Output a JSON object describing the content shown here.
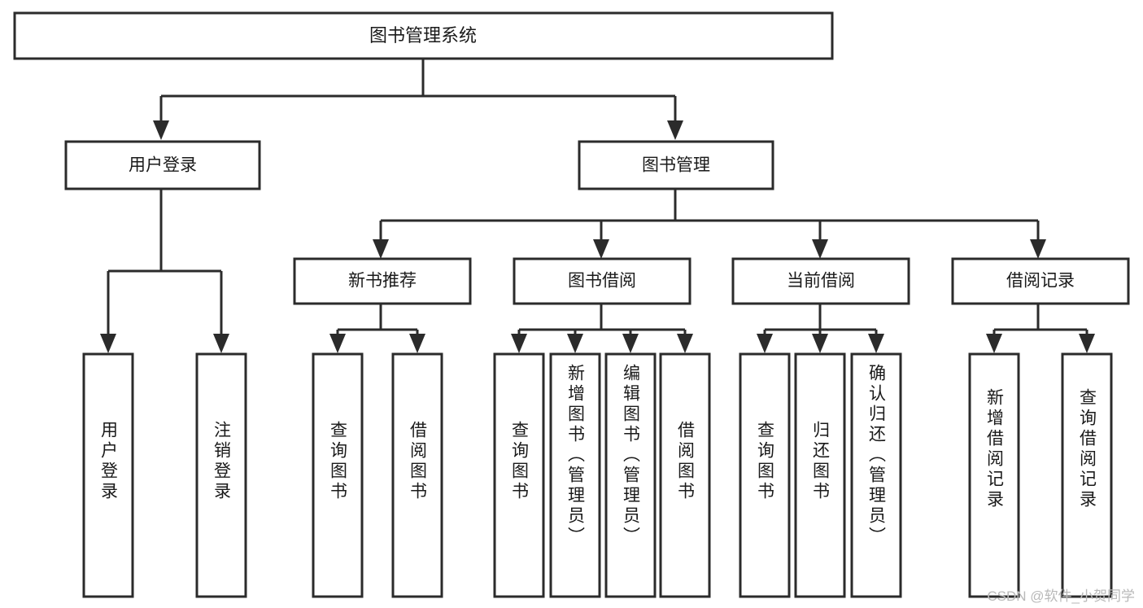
{
  "diagram": {
    "title": "图书管理系统",
    "type": "tree",
    "orientation": "top-down",
    "root": {
      "id": "root",
      "label": "图书管理系统"
    },
    "level2": [
      {
        "id": "user-login",
        "label": "用户登录"
      },
      {
        "id": "book-manage",
        "label": "图书管理"
      }
    ],
    "level3": [
      {
        "id": "new-book-recommend",
        "label": "新书推荐",
        "parent": "book-manage"
      },
      {
        "id": "book-borrow",
        "label": "图书借阅",
        "parent": "book-manage"
      },
      {
        "id": "current-borrow",
        "label": "当前借阅",
        "parent": "book-manage"
      },
      {
        "id": "borrow-record",
        "label": "借阅记录",
        "parent": "book-manage"
      }
    ],
    "leaves": [
      {
        "id": "leaf-user-login",
        "label": "用户登录",
        "parent": "user-login"
      },
      {
        "id": "leaf-logout-login",
        "label": "注销登录",
        "parent": "user-login"
      },
      {
        "id": "leaf-query-book-1",
        "label": "查询图书",
        "parent": "new-book-recommend"
      },
      {
        "id": "leaf-borrow-book-1",
        "label": "借阅图书",
        "parent": "new-book-recommend"
      },
      {
        "id": "leaf-query-book-2",
        "label": "查询图书",
        "parent": "book-borrow"
      },
      {
        "id": "leaf-add-book",
        "label": "新增图书（管理员）",
        "parent": "book-borrow"
      },
      {
        "id": "leaf-edit-book",
        "label": "编辑图书（管理员）",
        "parent": "book-borrow"
      },
      {
        "id": "leaf-borrow-book-2",
        "label": "借阅图书",
        "parent": "book-borrow"
      },
      {
        "id": "leaf-query-book-3",
        "label": "查询图书",
        "parent": "current-borrow"
      },
      {
        "id": "leaf-return-book",
        "label": "归还图书",
        "parent": "current-borrow"
      },
      {
        "id": "leaf-confirm-return",
        "label": "确认归还（管理员）",
        "parent": "current-borrow"
      },
      {
        "id": "leaf-add-record",
        "label": "新增借阅记录",
        "parent": "borrow-record"
      },
      {
        "id": "leaf-query-record",
        "label": "查询借阅记录",
        "parent": "borrow-record"
      }
    ],
    "watermark": "CSDN @软件_小贺同学",
    "colors": {
      "stroke": "#2b2b2b",
      "fill": "#ffffff",
      "text": "#1a1a1a",
      "watermark": "#b9b9b9",
      "background": "#ffffff"
    }
  }
}
